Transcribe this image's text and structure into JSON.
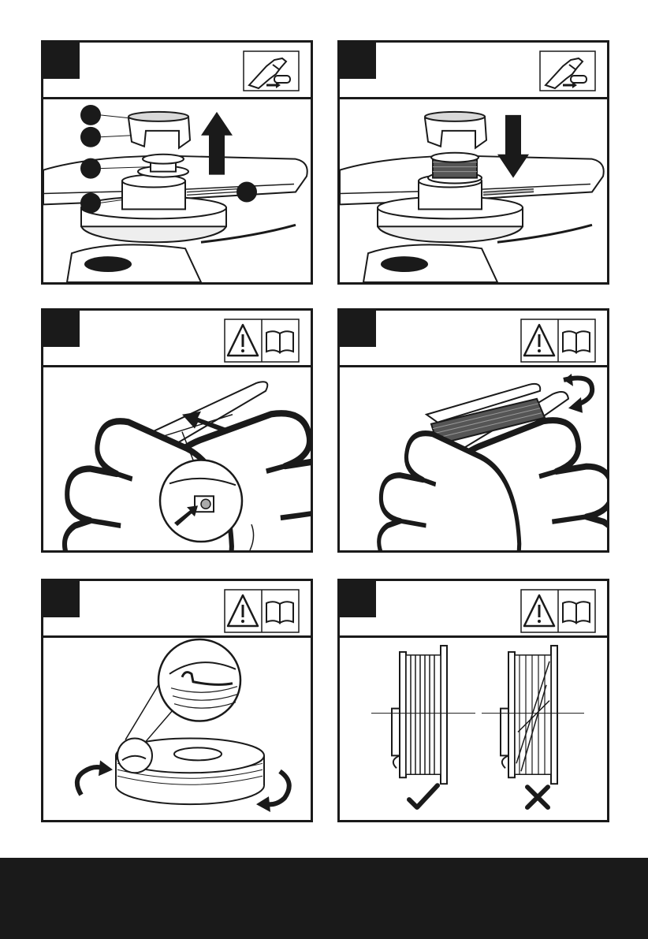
{
  "page": {
    "panels": [
      {
        "id": "step-1",
        "header_icon": "trigger-lock-icon",
        "illustration": "remove-spool-cap"
      },
      {
        "id": "step-2",
        "header_icon": "trigger-lock-icon",
        "illustration": "insert-spool-cap"
      },
      {
        "id": "step-3",
        "header_icon": "warning-manual-icon",
        "illustration": "insert-line-into-hole"
      },
      {
        "id": "step-4",
        "header_icon": "warning-manual-icon",
        "illustration": "wind-line-onto-spool"
      },
      {
        "id": "step-5",
        "header_icon": "warning-manual-icon",
        "illustration": "secure-line-in-notch"
      },
      {
        "id": "step-6",
        "header_icon": "warning-manual-icon",
        "illustration": "correct-vs-incorrect-winding"
      }
    ],
    "result_marks": {
      "correct_icon": "check-icon",
      "incorrect_icon": "cross-icon"
    },
    "colors": {
      "ink": "#1a1a1a",
      "paper": "#ffffff",
      "shade": "#d9d9d9",
      "footer": "#1a1a1a"
    }
  }
}
